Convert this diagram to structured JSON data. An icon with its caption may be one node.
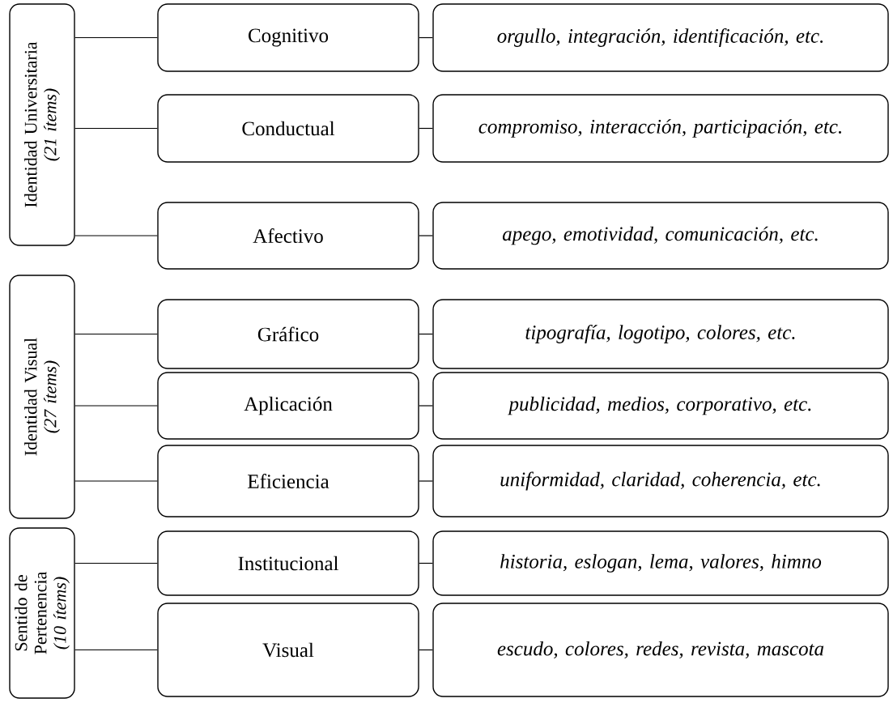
{
  "diagram": {
    "nodes": [
      {
        "text": [
          "Identidad Universitaria",
          "(21 ítems)"
        ]
      },
      {
        "text": [
          "Cognitivo"
        ]
      },
      {
        "text": [
          "orgullo, integración, identificación, etc."
        ]
      },
      {
        "text": [
          "Conductual"
        ]
      },
      {
        "text": [
          "compromiso, interacción, participación, etc."
        ]
      },
      {
        "text": [
          "Afectivo"
        ]
      },
      {
        "text": [
          "apego, emotividad, comunicación, etc."
        ]
      },
      {
        "text": [
          "Identidad Visual",
          "(27 ítems)"
        ]
      },
      {
        "text": [
          "Gráfico"
        ]
      },
      {
        "text": [
          "tipografía, logotipo, colores, etc."
        ]
      },
      {
        "text": [
          "Aplicación"
        ]
      },
      {
        "text": [
          "publicidad, medios, corporativo, etc."
        ]
      },
      {
        "text": [
          "Eficiencia"
        ]
      },
      {
        "text": [
          "uniformidad, claridad, coherencia, etc."
        ]
      },
      {
        "text": [
          "Sentido de Pertenencia",
          "(10 ítems)"
        ]
      },
      {
        "text": [
          "Institucional"
        ]
      },
      {
        "text": [
          "historia, eslogan, lema, valores, himno"
        ]
      },
      {
        "text": [
          "Visual"
        ]
      },
      {
        "text": [
          "escudo, colores, redes, revista, mascota"
        ]
      }
    ],
    "edges": [
      {
        "from": 0,
        "to": 1,
        "arrow": "none"
      },
      {
        "from": 0,
        "to": 3,
        "arrow": "none"
      },
      {
        "from": 0,
        "to": 5,
        "arrow": "none"
      },
      {
        "from": 1,
        "to": 2,
        "arrow": "none"
      },
      {
        "from": 3,
        "to": 4,
        "arrow": "none"
      },
      {
        "from": 5,
        "to": 6,
        "arrow": "none"
      },
      {
        "from": 7,
        "to": 8,
        "arrow": "none"
      },
      {
        "from": 7,
        "to": 10,
        "arrow": "none"
      },
      {
        "from": 7,
        "to": 12,
        "arrow": "none"
      },
      {
        "from": 8,
        "to": 9,
        "arrow": "none"
      },
      {
        "from": 10,
        "to": 11,
        "arrow": "none"
      },
      {
        "from": 12,
        "to": 13,
        "arrow": "none"
      },
      {
        "from": 14,
        "to": 15,
        "arrow": "none"
      },
      {
        "from": 14,
        "to": 17,
        "arrow": "none"
      },
      {
        "from": 15,
        "to": 16,
        "arrow": "none"
      },
      {
        "from": 17,
        "to": 18,
        "arrow": "none"
      }
    ]
  }
}
